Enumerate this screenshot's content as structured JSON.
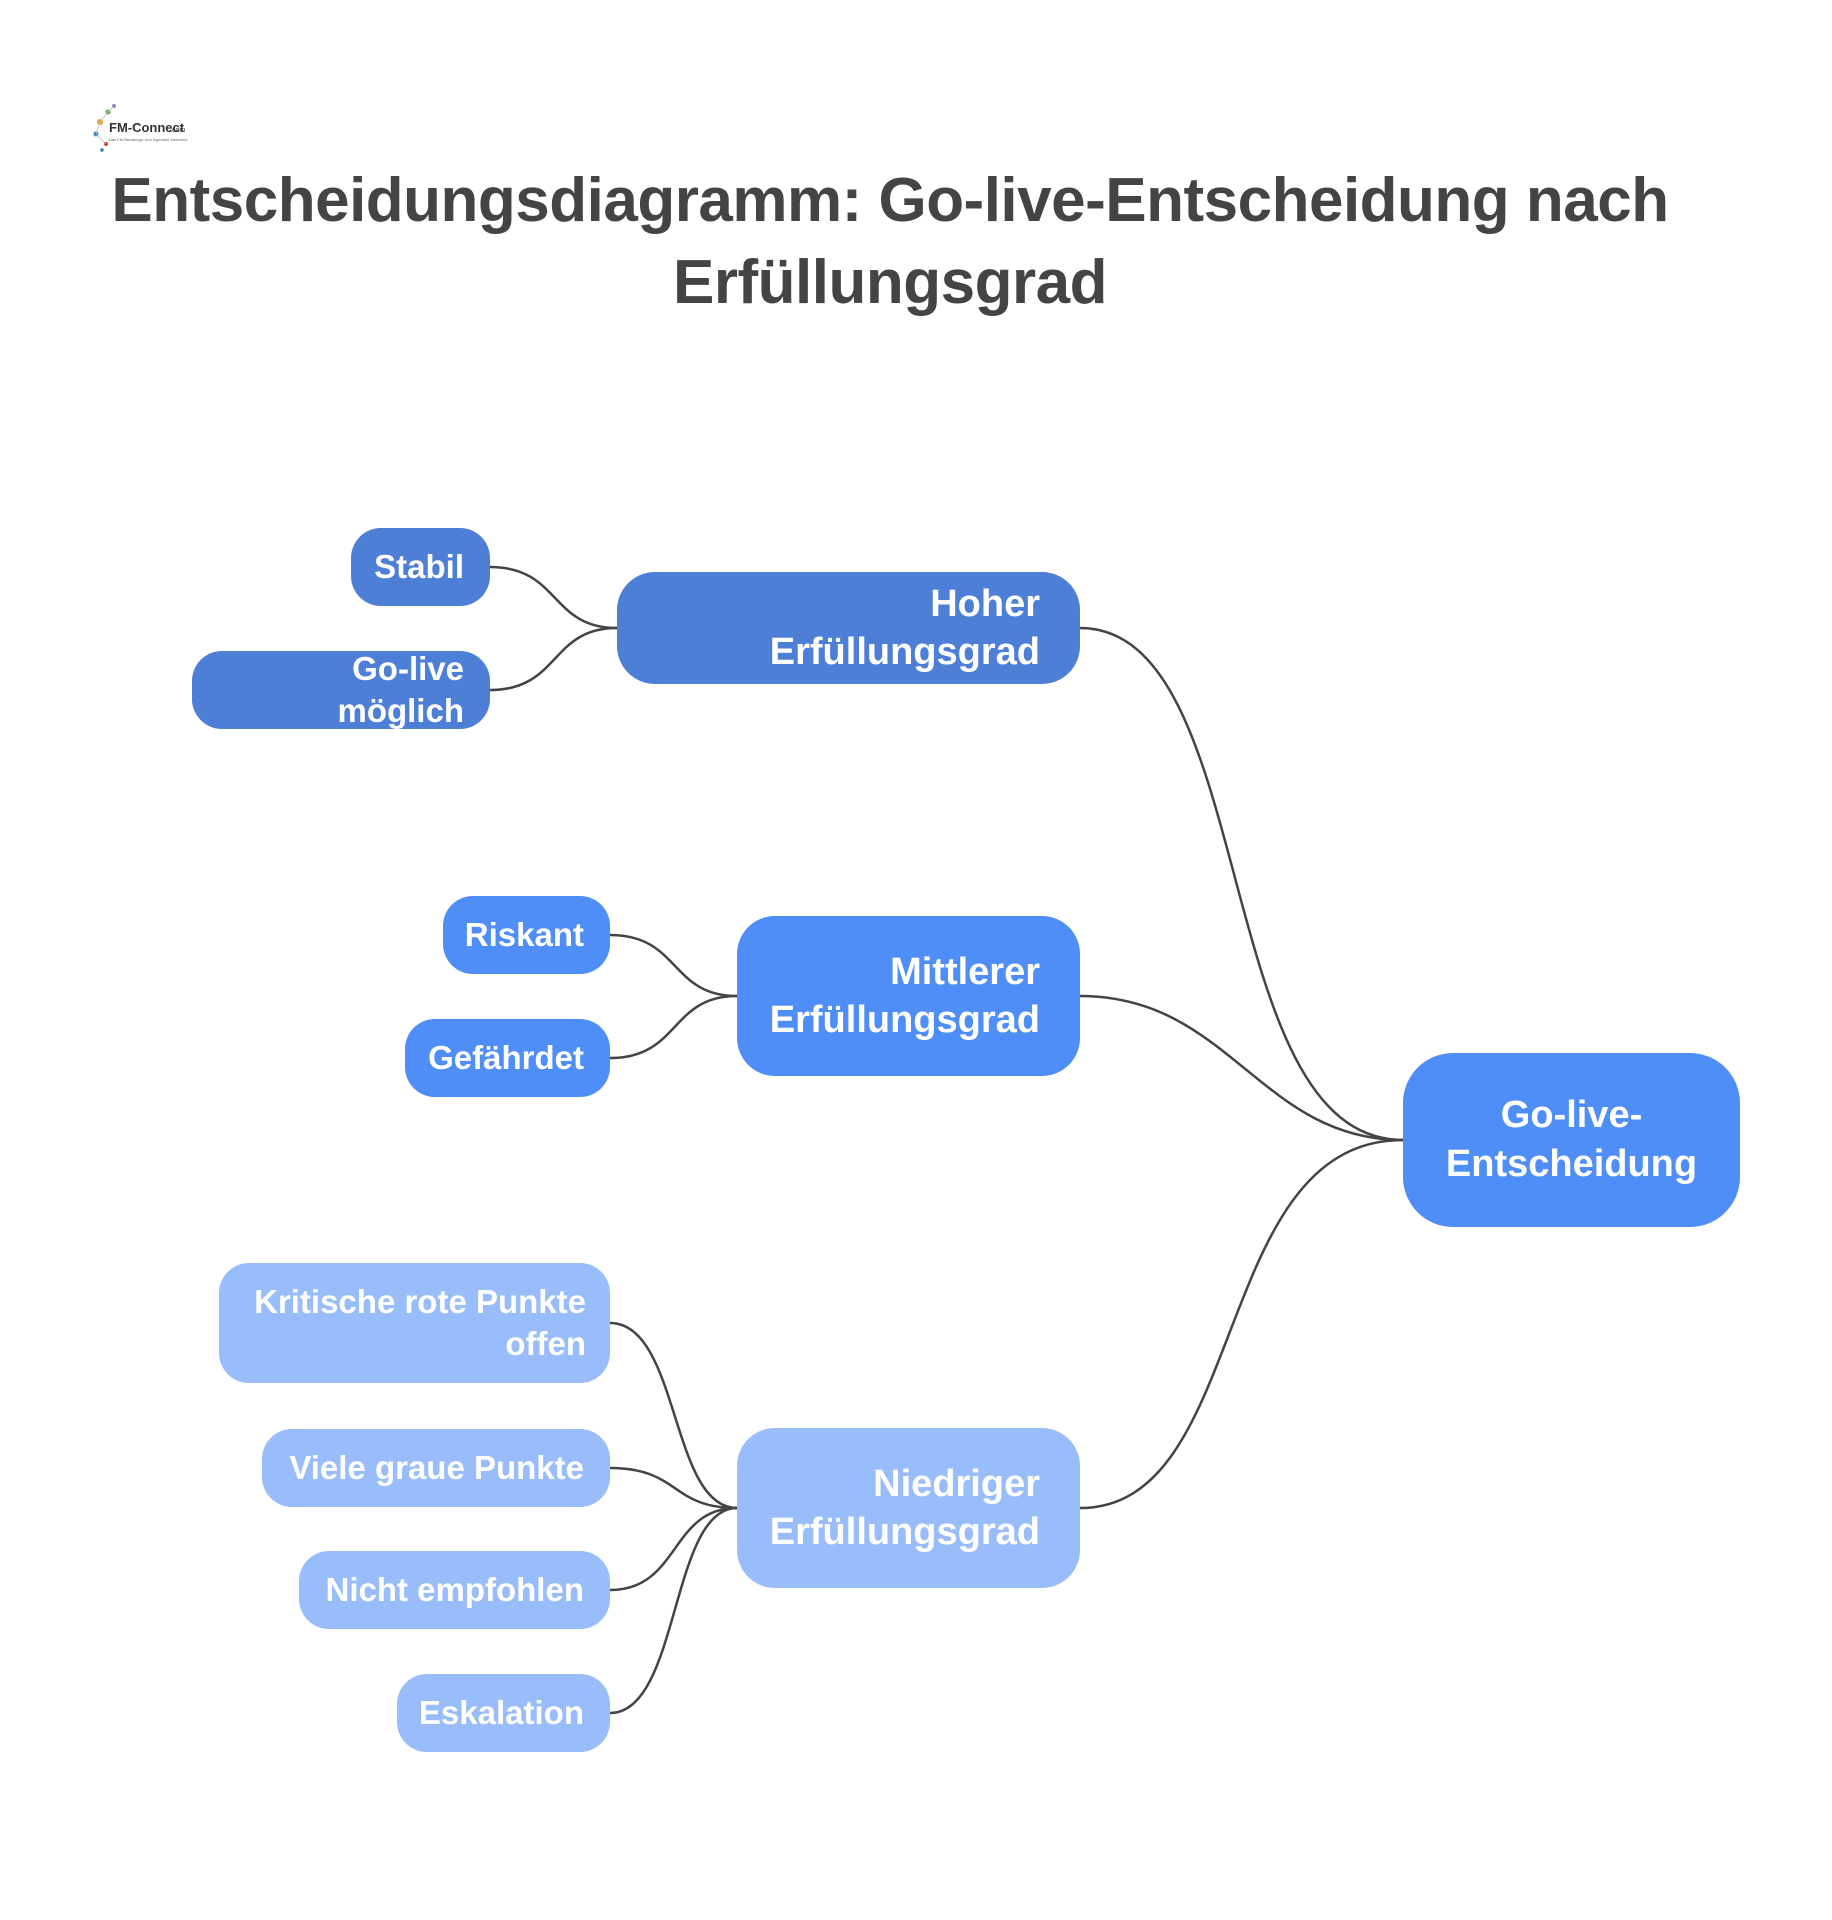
{
  "title": "Entscheidungsdiagramm: Go-live-Entscheidung nach Erfüllungsgrad",
  "logo": {
    "text_main": "FM-Connect",
    "text_suffix": ".com",
    "tagline": "Das FM-Beratungs- und Ingenieur-Netzwerk"
  },
  "colors": {
    "root": "#4f8ef7",
    "high": "#4d7fd6",
    "medium": "#4f8ef7",
    "low": "#99bdfb",
    "line": "#444444",
    "title": "#444444"
  },
  "diagram": {
    "root": {
      "label": "Go-live-Entscheidung"
    },
    "branches": [
      {
        "label": "Hoher Erfüllungsgrad",
        "leaves": [
          "Stabil",
          "Go-live möglich"
        ]
      },
      {
        "label": "Mittlerer Erfüllungsgrad",
        "leaves": [
          "Riskant",
          "Gefährdet"
        ]
      },
      {
        "label": "Niedriger Erfüllungsgrad",
        "leaves": [
          "Kritische rote Punkte offen",
          "Viele graue Punkte",
          "Nicht empfohlen",
          "Eskalation"
        ]
      }
    ]
  }
}
